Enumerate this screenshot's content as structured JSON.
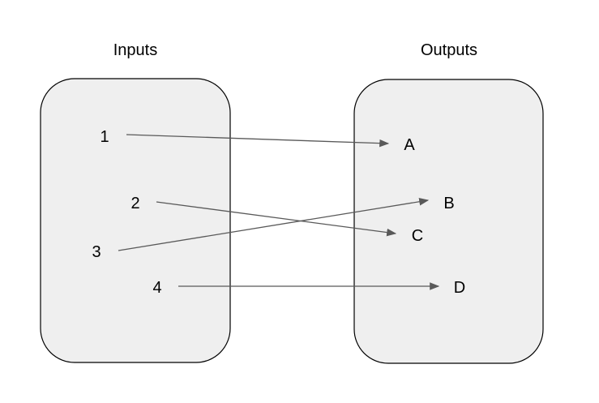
{
  "diagram": {
    "inputs": {
      "title": "Inputs",
      "items": [
        "1",
        "2",
        "3",
        "4"
      ]
    },
    "outputs": {
      "title": "Outputs",
      "items": [
        "A",
        "B",
        "C",
        "D"
      ]
    },
    "mappings": [
      {
        "from": "1",
        "to": "A"
      },
      {
        "from": "2",
        "to": "C"
      },
      {
        "from": "3",
        "to": "B"
      },
      {
        "from": "4",
        "to": "D"
      }
    ],
    "colors": {
      "box_fill": "#efefef",
      "box_stroke": "#000000",
      "arrow": "#595959",
      "text": "#000000"
    }
  }
}
